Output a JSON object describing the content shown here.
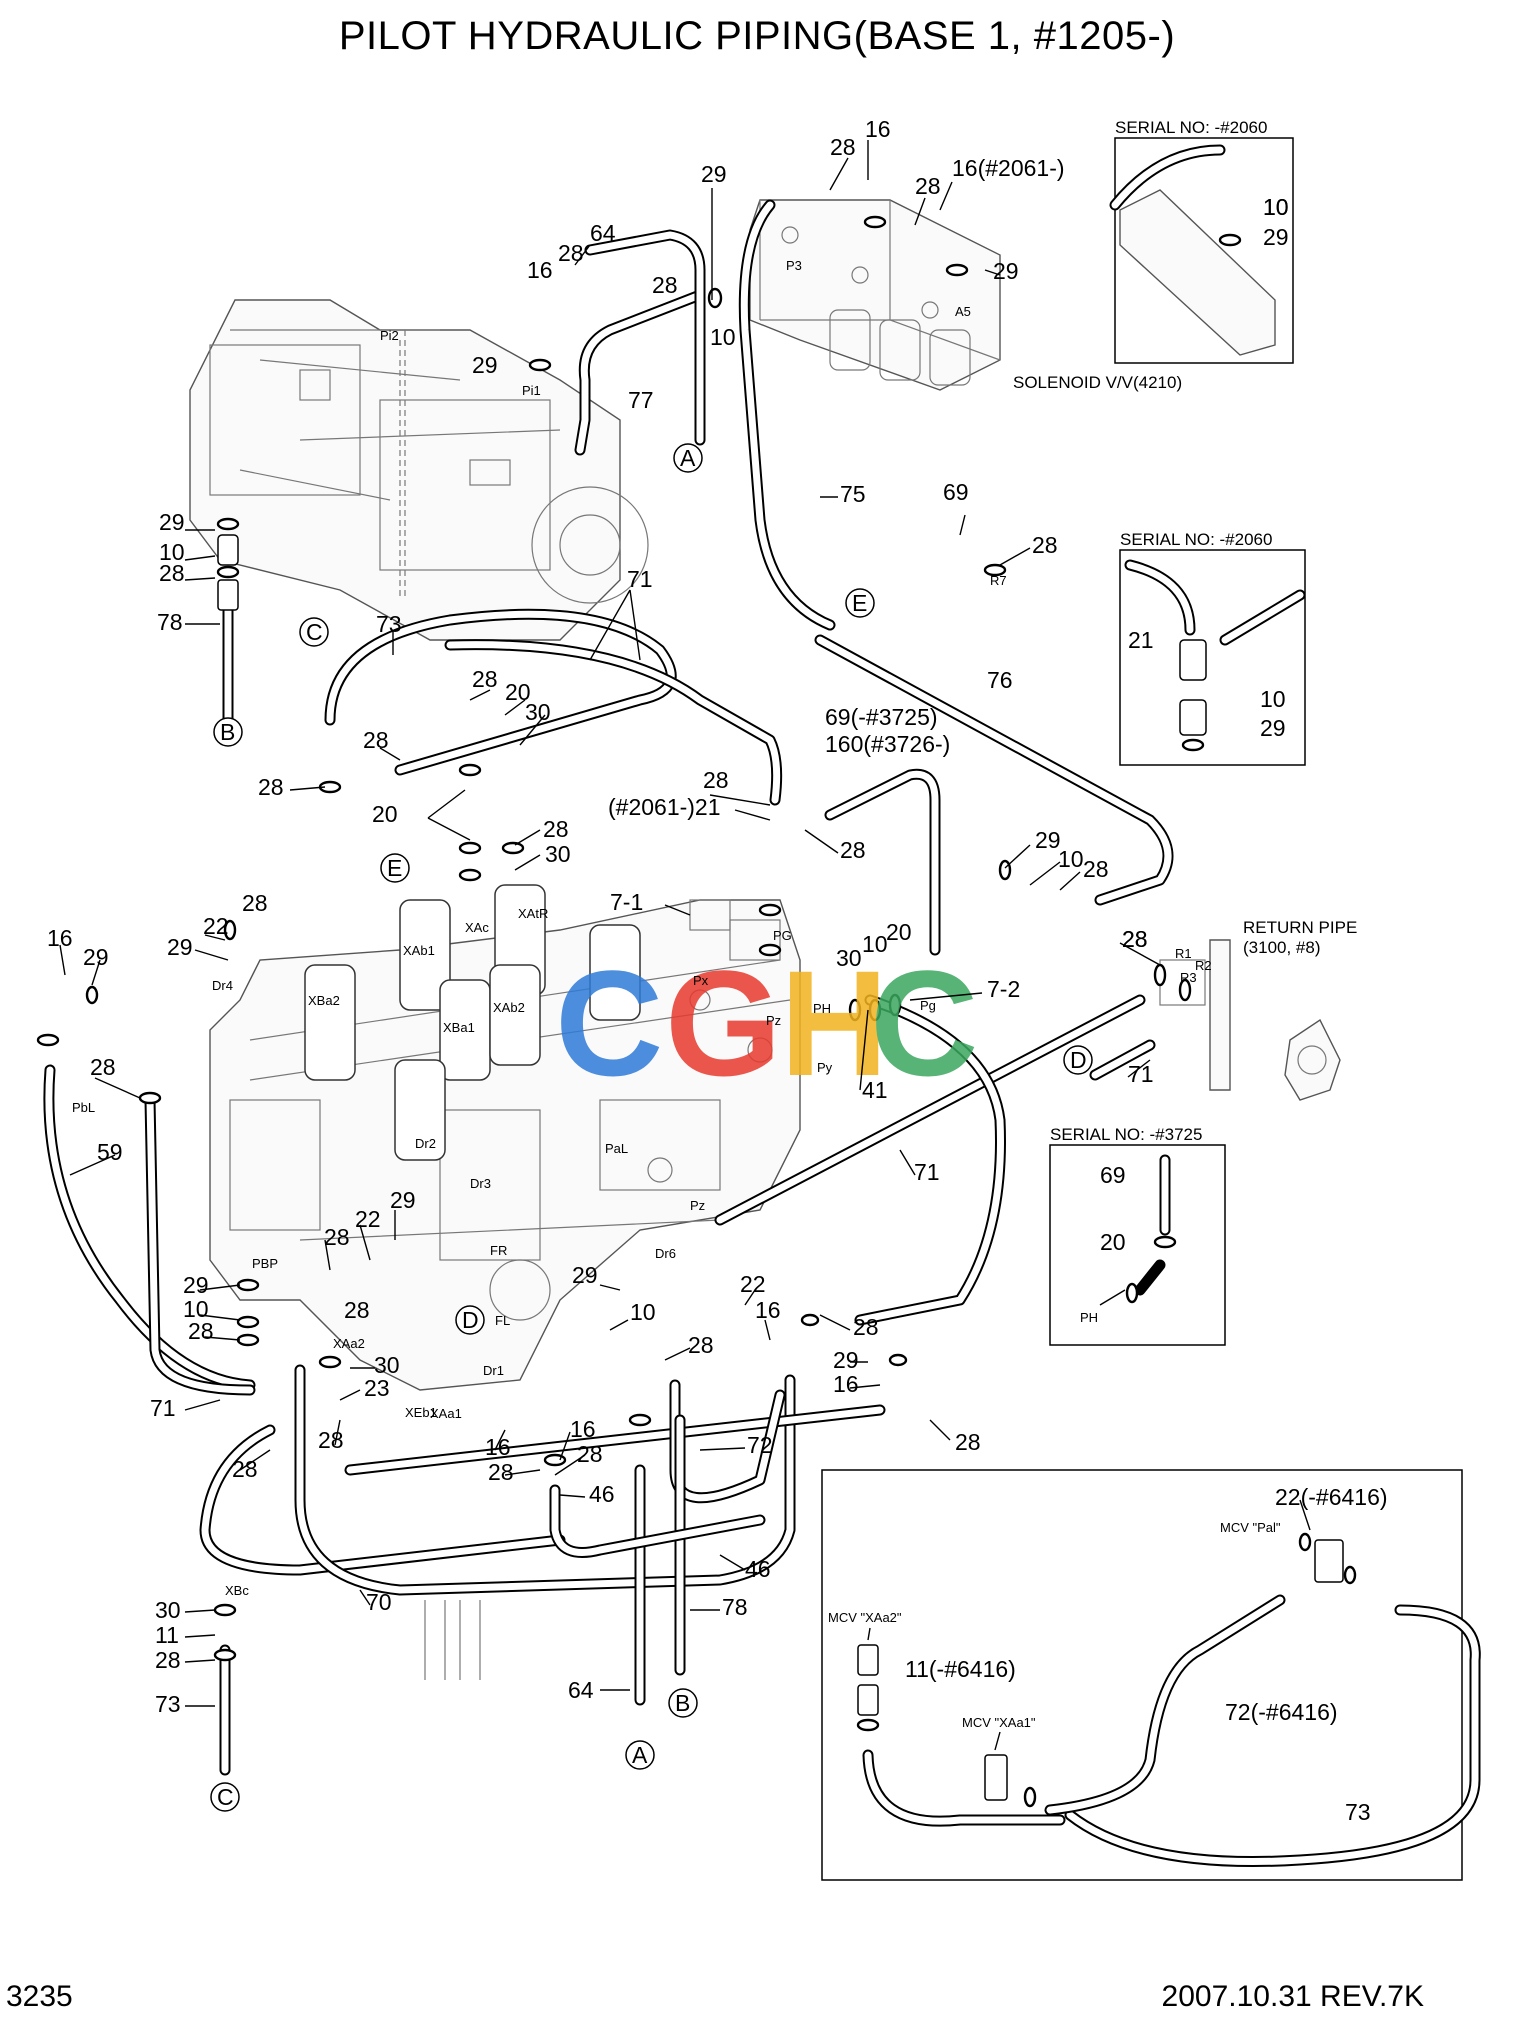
{
  "header": {
    "title": "PILOT HYDRAULIC PIPING(BASE 1, #1205-)"
  },
  "footer": {
    "page_number": "3235",
    "date_revision": "2007.10.31  REV.7K"
  },
  "watermark": {
    "text": "CGHC",
    "colors": [
      "#2f7bd8",
      "#e83a2e",
      "#f2b31f",
      "#3aa85f"
    ]
  },
  "insets": {
    "serial_1": {
      "title": "SERIAL NO: -#2060",
      "labels": [
        "10",
        "29"
      ]
    },
    "serial_2": {
      "title": "SERIAL NO: -#2060",
      "labels": [
        "21",
        "10",
        "29"
      ]
    },
    "serial_3": {
      "title": "SERIAL NO: -#3725",
      "labels": [
        "69",
        "20"
      ],
      "port": "PH"
    },
    "mcv_detail": {
      "labels": [
        "22(-#6416)",
        "11(-#6416)",
        "72(-#6416)",
        "73"
      ],
      "ports": [
        "MCV \"Pal\"",
        "MCV \"XAa2\"",
        "MCV \"XAa1\""
      ]
    }
  },
  "notes": {
    "solenoid": "SOLENOID V/V(4210)",
    "return_pipe": "RETURN PIPE",
    "return_pipe_ref": "(3100, #8)"
  },
  "connectors": [
    "A",
    "B",
    "C",
    "D",
    "E"
  ],
  "part_labels": [
    "16",
    "28",
    "16(#2061-)",
    "29",
    "28",
    "64",
    "28",
    "16",
    "28",
    "29",
    "10",
    "10",
    "77",
    "29",
    "29",
    "10",
    "28",
    "78",
    "73",
    "71",
    "75",
    "69",
    "28",
    "28",
    "20",
    "30",
    "28",
    "28",
    "28",
    "20",
    "30",
    "76",
    "69(-#3725)",
    "160(#3726-)",
    "28",
    "(#2061-)21",
    "28",
    "29",
    "28",
    "10",
    "28",
    "28",
    "22",
    "29",
    "16",
    "29",
    "28",
    "59",
    "7-1",
    "7-2",
    "30",
    "10",
    "20",
    "41",
    "71",
    "28",
    "71",
    "29",
    "22",
    "28",
    "28",
    "29",
    "10",
    "28",
    "71",
    "30",
    "23",
    "28",
    "29",
    "10",
    "28",
    "22",
    "16",
    "28",
    "29",
    "16",
    "28",
    "16",
    "28",
    "16",
    "28",
    "46",
    "72",
    "46",
    "28",
    "70",
    "30",
    "11",
    "28",
    "73",
    "78",
    "64"
  ],
  "port_labels": [
    "Pi2",
    "Pi1",
    "PbL",
    "Dr4",
    "XBa2",
    "XAb1",
    "XAc",
    "XAtR",
    "XBa1",
    "XAb2",
    "PG",
    "Px",
    "Pz",
    "PH",
    "Py",
    "Pg",
    "PaL",
    "Dr2",
    "Dr3",
    "FR",
    "FL",
    "Dr6",
    "Dr1",
    "XAa2",
    "XEb1",
    "XAa1",
    "PBP",
    "XBc",
    "Pz",
    "R1",
    "R2",
    "R3",
    "A5",
    "R7",
    "P3"
  ]
}
